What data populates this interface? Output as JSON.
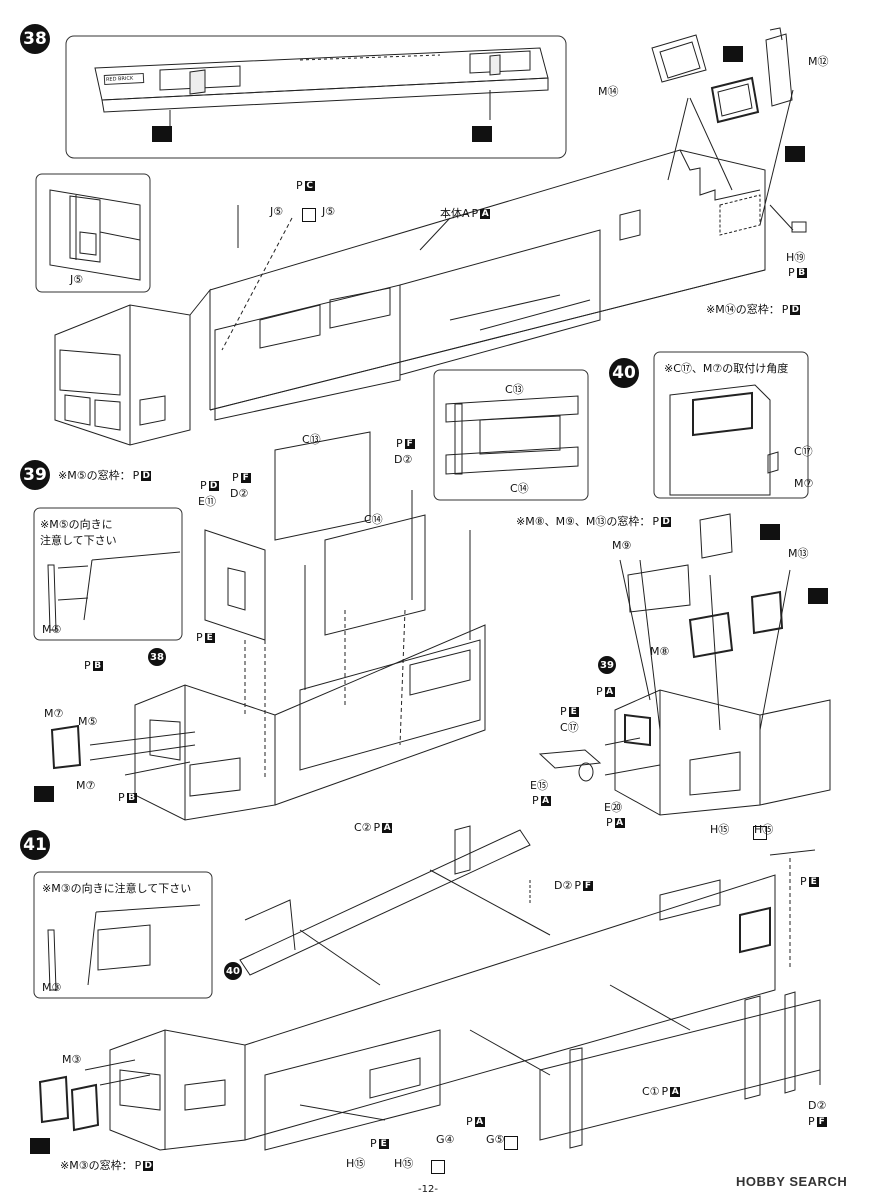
{
  "steps": {
    "s38": "38",
    "s39": "39",
    "s40": "40",
    "s41": "41"
  },
  "step38": {
    "m14": "M⑭",
    "m12": "M⑫",
    "j5_top": "J⑤",
    "j5_right": "J⑤",
    "j5_inset": "J⑤",
    "p_c": "P",
    "p_c_letter": "C",
    "body_a": "本体A",
    "p_a": "P",
    "p_a_letter": "A",
    "h19": "H⑲",
    "p_b": "P",
    "p_b_letter": "B",
    "m14_note": "※M⑭の窓枠：",
    "m14_note_p": "P",
    "m14_note_letter": "D",
    "decal_text": "RED BRICK"
  },
  "step39": {
    "note_top": "※M⑤の窓枠：",
    "note_top_p": "P",
    "note_top_letter": "D",
    "inset_note_line1": "※M⑤の向きに",
    "inset_note_line2": "注意して下さい",
    "inset_m5": "M⑤",
    "pd_p": "P",
    "pd_letter": "D",
    "e11": "E⑪",
    "pf_p": "P",
    "pf_letter": "F",
    "d2": "D②",
    "c13": "C⑬",
    "c14": "C⑭",
    "pf2_p": "P",
    "pf2_letter": "F",
    "d2_b": "D②",
    "pe_p": "P",
    "pe_letter": "E",
    "ref38": "38",
    "pb_top_p": "P",
    "pb_top_letter": "B",
    "m7_top": "M⑦",
    "m5": "M⑤",
    "m7_bottom": "M⑦",
    "pb_bottom_p": "P",
    "pb_bottom_letter": "B"
  },
  "inset_c": {
    "c13": "C⑬",
    "c14": "C⑭"
  },
  "step40": {
    "inset_note": "※C⑰、M⑦の取付け角度",
    "c17": "C⑰",
    "m7": "M⑦",
    "note": "※M⑧、M⑨、M⑬の窓枠：",
    "note_p": "P",
    "note_letter": "D",
    "m9": "M⑨",
    "m13": "M⑬",
    "m8": "M⑧",
    "ref39": "39",
    "pa_p": "P",
    "pa_letter": "A",
    "pe_p": "P",
    "pe_letter": "E",
    "c17_b": "C⑰",
    "e15": "E⑮",
    "pa2_p": "P",
    "pa2_letter": "A",
    "e20": "E⑳",
    "pa3_p": "P",
    "pa3_letter": "A"
  },
  "step41": {
    "c2": "C②",
    "c2_p": "P",
    "c2_letter": "A",
    "h15_left": "H⑮",
    "h15_right": "H⑮",
    "pe_p": "P",
    "pe_letter": "E",
    "d2": "D②",
    "d2_p": "P",
    "d2_letter": "F",
    "inset_note": "※M③の向きに注意して下さい",
    "inset_m3": "M③",
    "ref40": "40",
    "m3": "M③",
    "c1": "C①",
    "c1_p": "P",
    "c1_letter": "A",
    "d2_b": "D②",
    "d2_b_p": "P",
    "d2_b_letter": "F",
    "pa_p": "P",
    "pa_letter": "A",
    "g4": "G④",
    "g5": "G⑤",
    "pe2_p": "P",
    "pe2_letter": "E",
    "h15_b1": "H⑮",
    "h15_b2": "H⑮",
    "note": "※M③の窓枠：",
    "note_p": "P",
    "note_letter": "D"
  },
  "footer": {
    "page": "-12-",
    "watermark": "HOBBY SEARCH"
  }
}
